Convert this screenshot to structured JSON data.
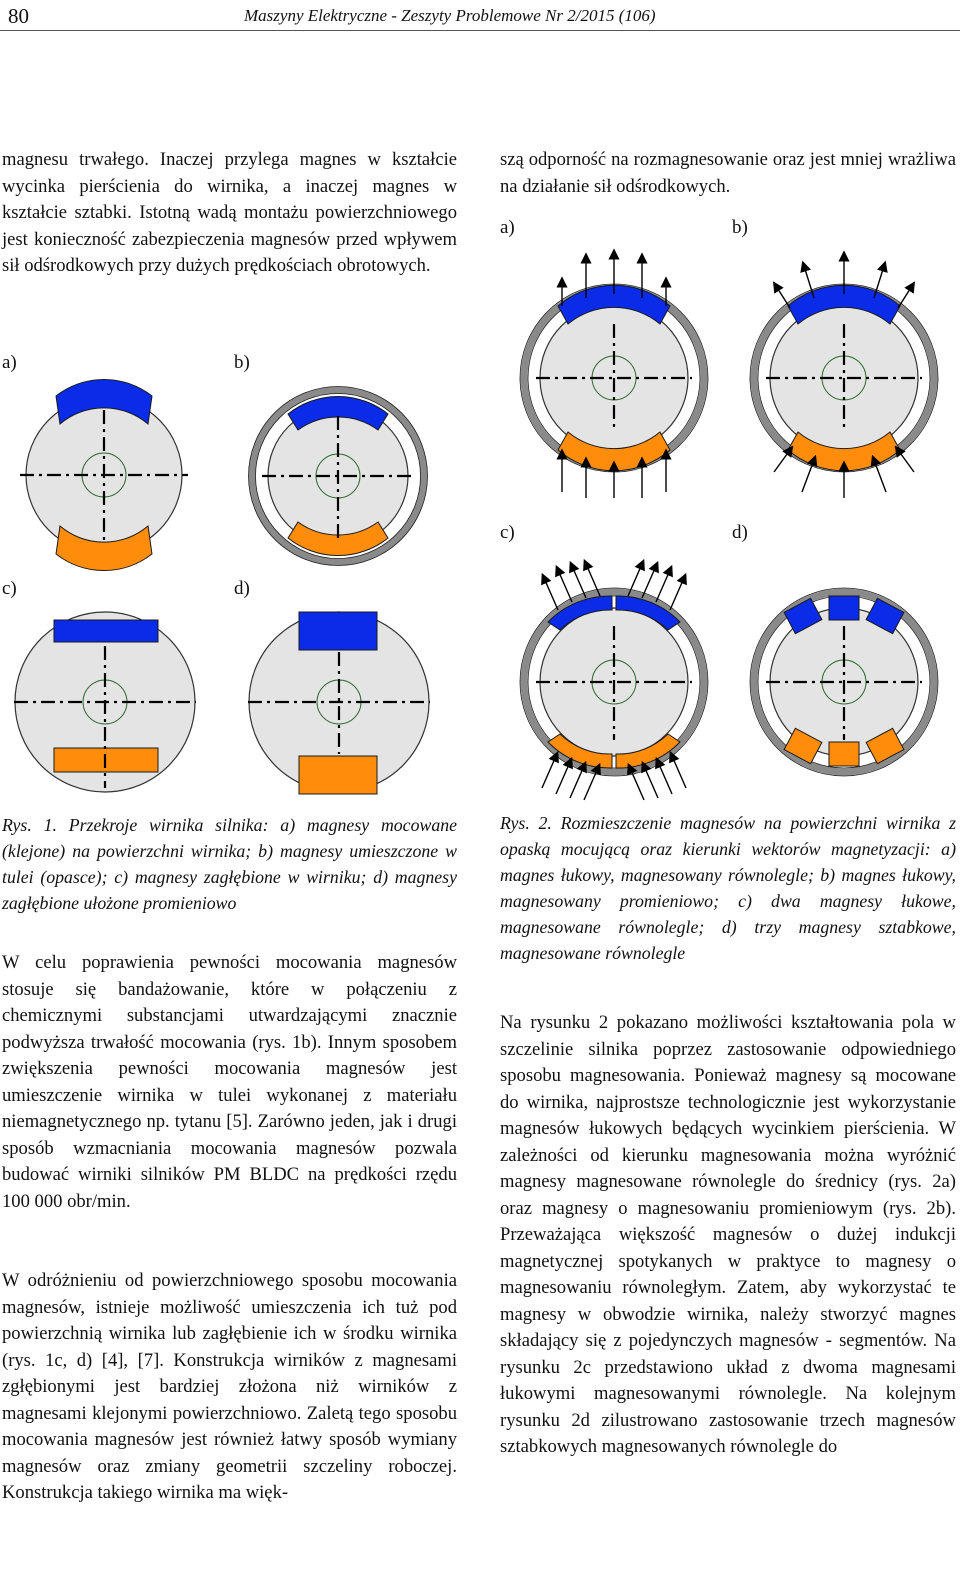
{
  "header": {
    "page_number": "80",
    "journal": "Maszyny Elektryczne - Zeszyty Problemowe Nr 2/2015 (106)"
  },
  "left": {
    "intro": "magnesu trwałego. Inaczej przylega magnes w kształcie wycinka pierścienia do wirnika, a inaczej magnes w kształcie sztabki. Istotną wadą montażu powierzchniowego jest konieczność zabezpieczenia magnesów przed wpływem sił odśrodkowych przy dużych prędkościach obrotowych.",
    "caption": "Rys. 1. Przekroje wirnika silnika: a) magnesy mocowane (klejone) na powierzchni wirnika; b) magnesy umieszczone w tulei (opasce); c) magnesy zagłębione w wirniku; d) magnesy zagłębione ułożone promieniowo",
    "para1": "W celu poprawienia pewności mocowania magnesów stosuje się bandażowanie, które w połączeniu z chemicznymi substancjami utwardzającymi znacznie podwyższa trwałość mocowania (rys. 1b). Innym sposobem zwiększenia pewności mocowania magnesów jest umieszczenie wirnika w tulei wykonanej z materiału niemagnetycznego np. tytanu [5]. Zarówno jeden, jak i drugi sposób wzmacniania mocowania magnesów pozwala budować wirniki silników PM BLDC na prędkości rzędu 100 000 obr/min.",
    "para2": "W odróżnieniu od powierzchniowego sposobu mocowania magnesów, istnieje możliwość umieszczenia ich tuż pod powierzchnią wirnika lub zagłębienie ich w środku wirnika (rys. 1c, d) [4], [7]. Konstrukcja wirników z magnesami zgłębionymi jest bardziej złożona niż wirników z magnesami klejonymi powierzchniowo. Zaletą tego sposobu mocowania magnesów jest również łatwy sposób wymiany magnesów oraz zmiany geometrii szczeliny roboczej. Konstrukcja takiego wirnika ma więk-"
  },
  "right": {
    "intro": "szą odporność na rozmagnesowanie oraz jest mniej wrażliwa na działanie sił odśrodkowych.",
    "caption": "Rys. 2. Rozmieszczenie magnesów na powierzchni wirnika z opaską mocującą oraz kierunki wektorów magnetyzacji: a) magnes łukowy, magnesowany równolegle; b) magnes łukowy, magnesowany promieniowo; c) dwa magnesy łukowe, magnesowane równolegle; d) trzy magnesy sztabkowe, magnesowane równolegle",
    "para1": "Na rysunku 2 pokazano możliwości kształtowania pola w szczelinie silnika poprzez zastosowanie odpowiedniego sposobu magnesowania. Ponieważ magnesy są mocowane do wirnika, najprostsze technologicznie jest wykorzystanie magnesów łukowych będących wycinkiem pierścienia. W zależności od kierunku magnesowania można wyróżnić magnesy magnesowane równolegle do średnicy (rys. 2a) oraz magnesy o magnesowaniu promieniowym (rys. 2b). Przeważająca większość magnesów o dużej indukcji magnetycznej spotykanych w praktyce to magnesy o magnesowaniu równoległym. Zatem, aby wykorzystać te magnesy w obwodzie wirnika, należy stworzyć magnes składający się z pojedynczych magnesów - segmentów. Na rysunku 2c przedstawiono układ z dwoma magnesami łukowymi magnesowanymi równolegle. Na kolejnym rysunku 2d zilustrowano zastosowanie trzech magnesów sztabkowych magnesowanych równolegle do"
  },
  "figure_labels": {
    "f1a": "a)",
    "f1b": "b)",
    "f1c": "c)",
    "f1d": "d)",
    "f2a": "a)",
    "f2b": "b)",
    "f2c": "c)",
    "f2d": "d)"
  },
  "colors": {
    "rotor": "#e4e4e4",
    "sleeve": "#8a8a8a",
    "magnet_blue": "#0a2be8",
    "magnet_orange": "#ff8c0a"
  }
}
